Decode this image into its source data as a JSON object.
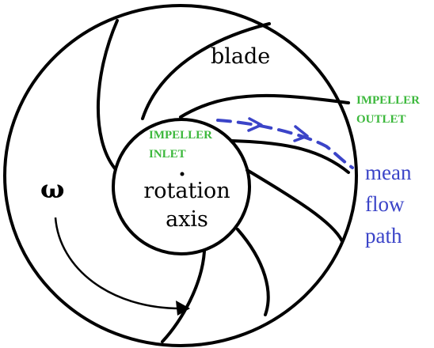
{
  "labels": {
    "blade": "blade",
    "rotation_line1": "rotation",
    "rotation_line2": "axis",
    "omega": "ω",
    "impeller_inlet_line1": "IMPELLER",
    "impeller_inlet_line2": "INLET",
    "impeller_outlet_line1": "IMPELLER",
    "impeller_outlet_line2": "OUTLET",
    "mean_flow_line1": "mean",
    "mean_flow_line2": "flow",
    "mean_flow_line3": "path"
  },
  "colors": {
    "outline": "#000000",
    "impeller_labels": "#3cb83c",
    "flow_path": "#3b44c8",
    "background": "#ffffff"
  }
}
